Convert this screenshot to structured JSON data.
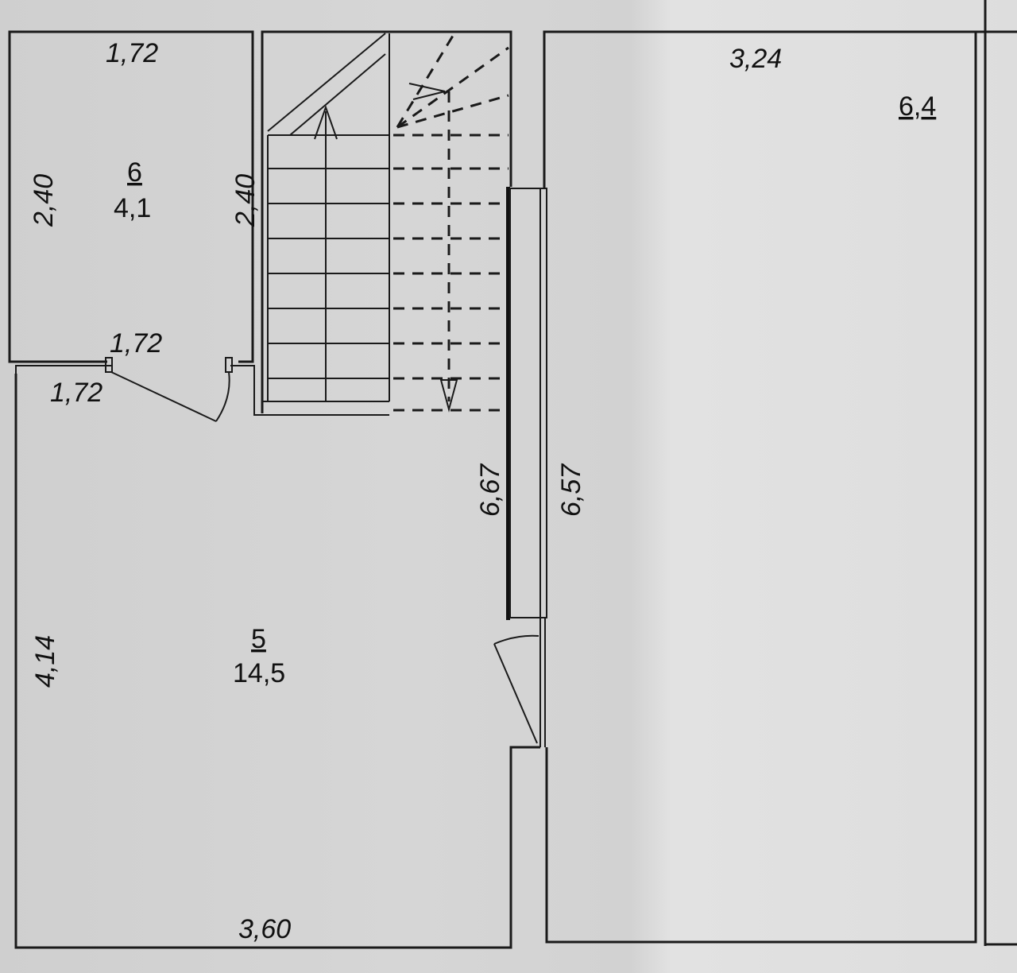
{
  "rooms": [
    {
      "number": "6",
      "area": "4,1"
    },
    {
      "number": "5",
      "area": "14,5"
    },
    {
      "number": "6,4"
    }
  ],
  "dimensions": {
    "room6_top": "1,72",
    "room6_left": "2,40",
    "room6_right": "2,40",
    "room6_bottom": "1,72",
    "room5_top": "1,72",
    "partition_left": "6,67",
    "partition_right": "6,57",
    "room5_left": "4,14",
    "room5_bottom": "3,60",
    "room64_top": "3,24"
  }
}
